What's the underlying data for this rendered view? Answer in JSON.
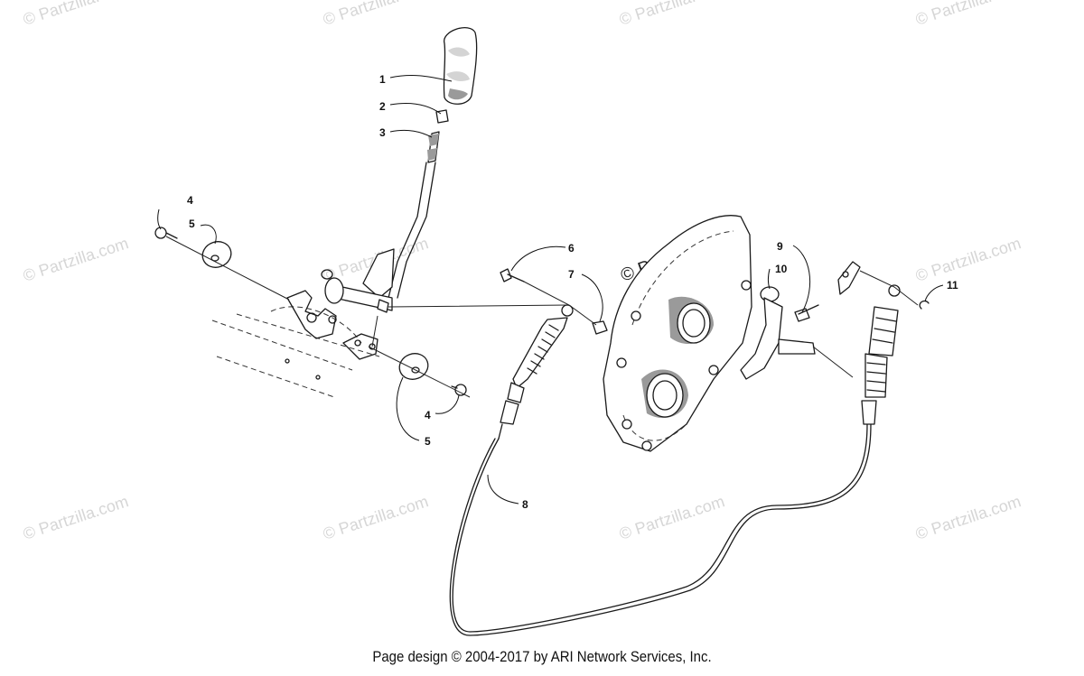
{
  "diagram": {
    "callouts": [
      {
        "id": "c1",
        "label": "1"
      },
      {
        "id": "c2",
        "label": "2"
      },
      {
        "id": "c3",
        "label": "3"
      },
      {
        "id": "c4a",
        "label": "4"
      },
      {
        "id": "c5a",
        "label": "5"
      },
      {
        "id": "c4b",
        "label": "4"
      },
      {
        "id": "c5b",
        "label": "5"
      },
      {
        "id": "c6",
        "label": "6"
      },
      {
        "id": "c7",
        "label": "7"
      },
      {
        "id": "c8",
        "label": "8"
      },
      {
        "id": "c9",
        "label": "9"
      },
      {
        "id": "c10",
        "label": "10"
      },
      {
        "id": "c11",
        "label": "11"
      }
    ],
    "watermark_text": "© Partzilla.com",
    "center_watermark_text": "© Partzilla.com"
  },
  "footer": {
    "text": "Page design © 2004-2017 by ARI Network Services, Inc."
  }
}
